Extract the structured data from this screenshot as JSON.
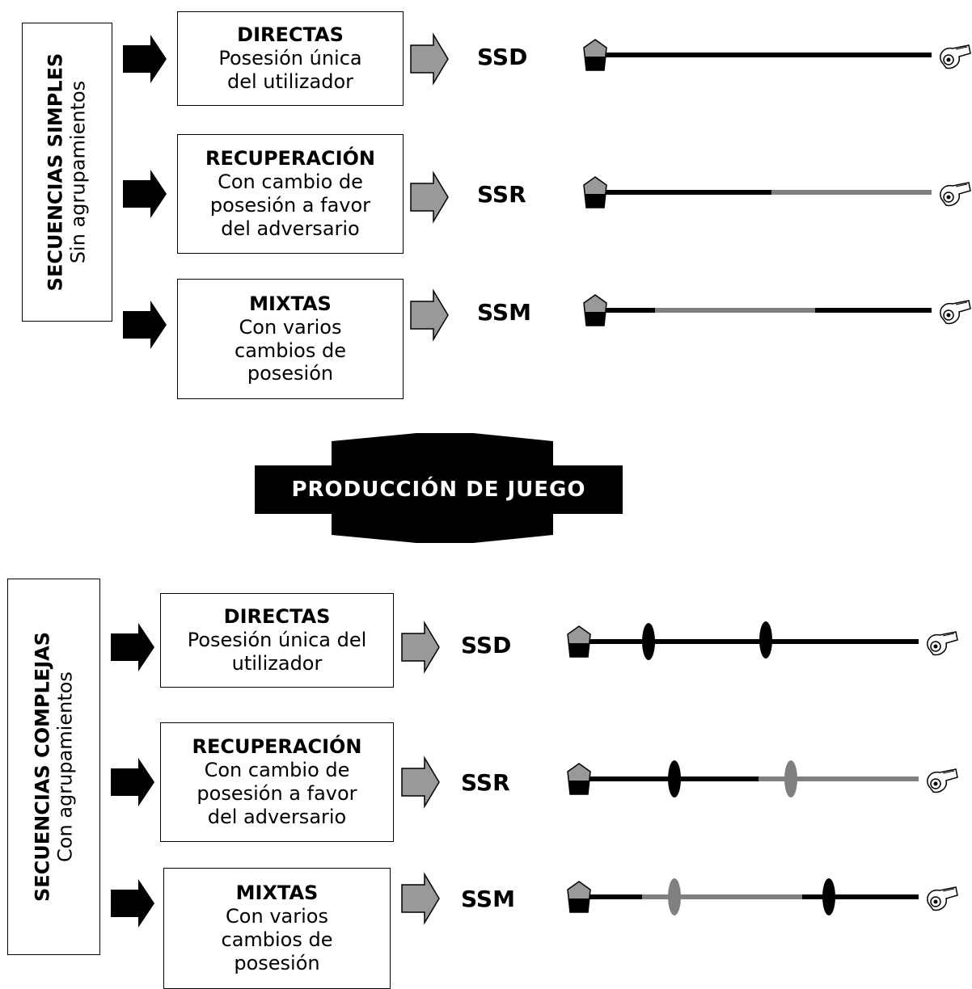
{
  "simple": {
    "title": "SECUENCIAS SIMPLES",
    "subtitle": "Sin agrupamientos",
    "rows": [
      {
        "title": "DIRECTAS",
        "lines": [
          "Posesión única",
          "del utilizador"
        ],
        "code": "SSD"
      },
      {
        "title": "RECUPERACIÓN",
        "lines": [
          "Con cambio de",
          "posesión a favor",
          "del adversario"
        ],
        "code": "SSR"
      },
      {
        "title": "MIXTAS",
        "lines": [
          "Con varios",
          "cambios de",
          "posesión"
        ],
        "code": "SSM"
      }
    ]
  },
  "center": {
    "label": "PRODUCCIÓN DE JUEGO"
  },
  "complex": {
    "title": "SECUENCIAS COMPLEJAS",
    "subtitle": "Con agrupamientos",
    "rows": [
      {
        "title": "DIRECTAS",
        "lines": [
          "Posesión única del",
          "utilizador"
        ],
        "code": "SSD"
      },
      {
        "title": "RECUPERACIÓN",
        "lines": [
          "Con cambio de",
          "posesión a favor",
          "del adversario"
        ],
        "code": "SSR"
      },
      {
        "title": "MIXTAS",
        "lines": [
          "Con varios",
          "cambios de",
          "posesión"
        ],
        "code": "SSM"
      }
    ]
  },
  "colors": {
    "own_possession": "#000000",
    "adversary_possession": "#808080",
    "arrow_gray": "#999999"
  },
  "icons": [
    "black-arrow-icon",
    "gray-arrow-icon",
    "start-pentagon-icon",
    "whistle-icon",
    "grouping-ellipse-icon"
  ]
}
